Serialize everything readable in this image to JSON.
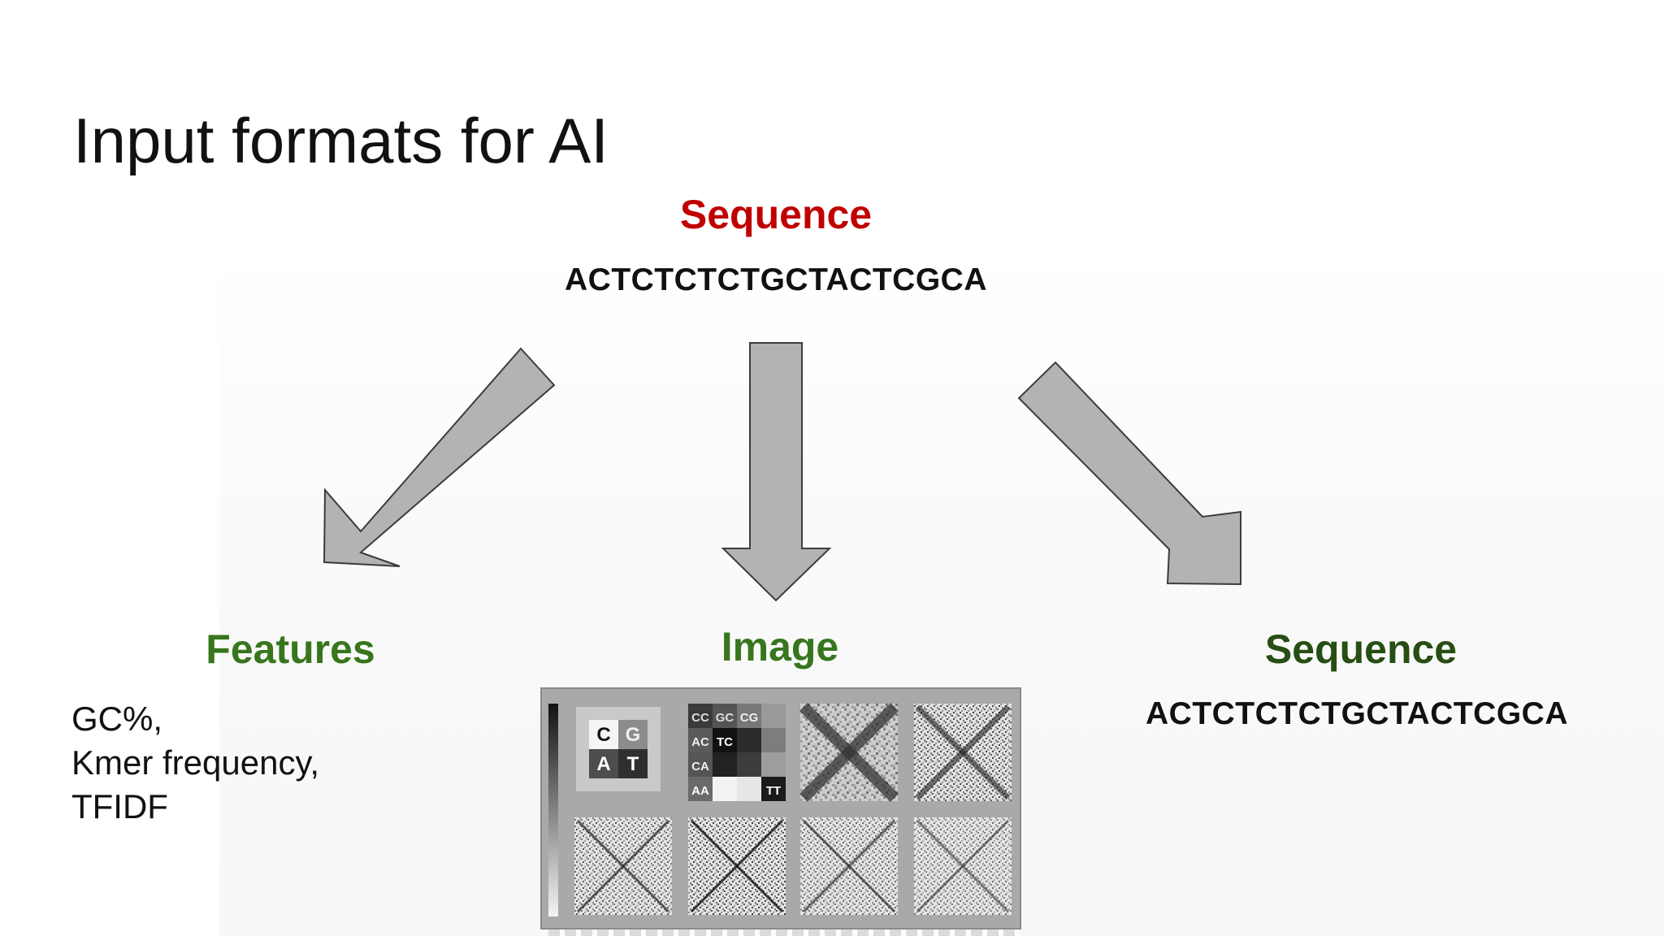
{
  "slide": {
    "title": "Input formats for AI"
  },
  "source": {
    "heading": "Sequence",
    "sequence": "ACTCTCTCTGCTACTCGCA",
    "heading_color": "#c00000"
  },
  "outputs": {
    "features": {
      "heading": "Features",
      "items": [
        "GC%,",
        "Kmer frequency,",
        "TFIDF"
      ],
      "heading_color": "#38761d"
    },
    "image": {
      "heading": "Image",
      "heading_color": "#38761d",
      "grid_labels": {
        "cells_2x2": [
          "C",
          "G",
          "A",
          "T"
        ],
        "cells_4x4": [
          "CC",
          "GC",
          "CG",
          "AC",
          "TC",
          "CA",
          "AA",
          "TT"
        ]
      }
    },
    "sequence": {
      "heading": "Sequence",
      "sequence": "ACTCTCTCTGCTACTCGCA",
      "heading_color": "#274e13"
    }
  },
  "colors": {
    "arrow_fill": "#b3b3b3",
    "arrow_stroke": "#3c3c3c"
  }
}
